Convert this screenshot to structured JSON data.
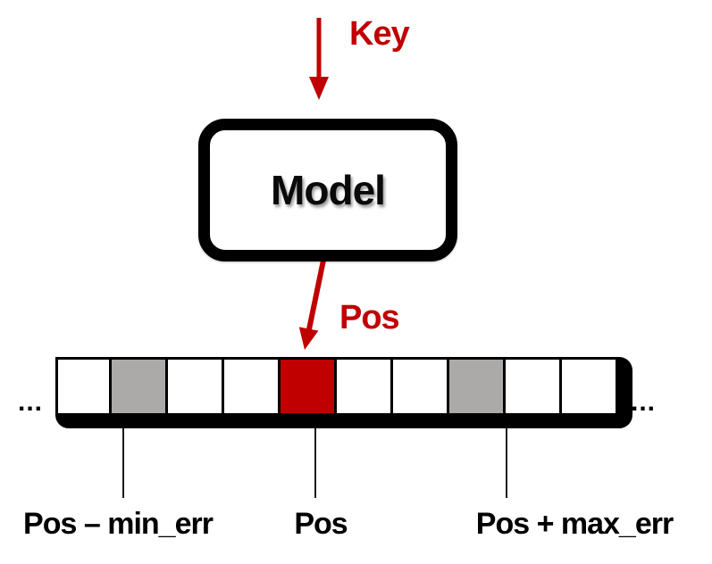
{
  "diagram": {
    "key_label": "Key",
    "pos_label": "Pos",
    "model_label": "Model",
    "array": {
      "cells": [
        "white",
        "gray",
        "white",
        "white",
        "red",
        "white",
        "white",
        "gray",
        "white",
        "white"
      ],
      "left_ellipsis": "...",
      "right_ellipsis": "..."
    },
    "annotations": [
      {
        "text": "Pos – min_err"
      },
      {
        "text": "Pos"
      },
      {
        "text": "Pos + max_err"
      }
    ],
    "colors": {
      "red": "#c00000",
      "gray": "#aca9a9",
      "black": "#000000"
    }
  }
}
